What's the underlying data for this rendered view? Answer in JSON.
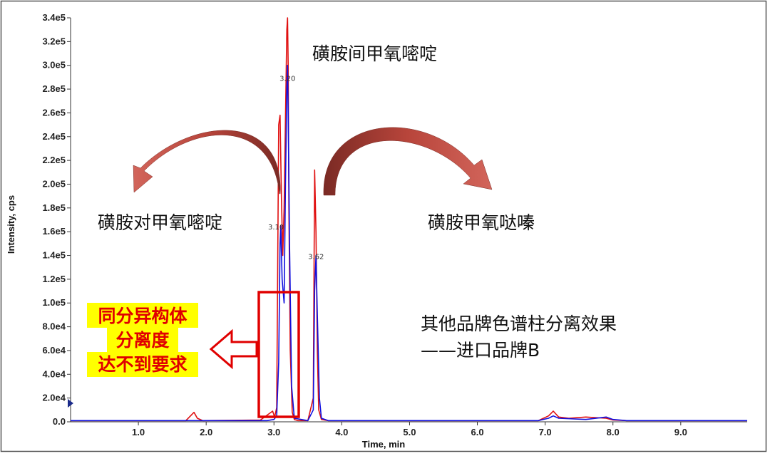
{
  "chart_data": {
    "type": "line",
    "xlabel": "Time, min",
    "ylabel": "Intensity, cps",
    "xlim": [
      0,
      9.98
    ],
    "ylim": [
      0,
      340000
    ],
    "x_ticks": [
      "1.0",
      "2.0",
      "3.0",
      "4.0",
      "5.0",
      "6.0",
      "7.0",
      "8.0",
      "9.0"
    ],
    "y_ticks": [
      "0.0",
      "2.0e4",
      "4.0e4",
      "6.0e4",
      "8.0e4",
      "1.0e5",
      "1.2e5",
      "1.4e5",
      "1.6e5",
      "1.8e5",
      "2.0e5",
      "2.2e5",
      "2.4e5",
      "2.6e5",
      "2.8e5",
      "3.0e5",
      "3.2e5",
      "3.4e5"
    ],
    "y_tick_values": [
      0,
      20000,
      40000,
      60000,
      80000,
      100000,
      120000,
      140000,
      160000,
      180000,
      200000,
      220000,
      240000,
      260000,
      280000,
      300000,
      320000,
      340000
    ],
    "series": [
      {
        "color": "#e01010",
        "x": [
          0,
          1.7,
          1.82,
          1.87,
          1.95,
          2.8,
          2.98,
          3.01,
          3.04,
          3.07,
          3.09,
          3.11,
          3.13,
          3.15,
          3.17,
          3.19,
          3.2,
          3.21,
          3.22,
          3.24,
          3.27,
          3.3,
          3.35,
          3.5,
          3.58,
          3.6,
          3.62,
          3.64,
          3.66,
          3.7,
          3.8,
          4.5,
          6.9,
          7.05,
          7.12,
          7.2,
          7.35,
          7.6,
          7.9,
          8.0,
          8.2,
          9.98
        ],
        "y": [
          1000,
          1000,
          8000,
          3000,
          1000,
          1500,
          9000,
          4000,
          12000,
          250000,
          258000,
          190000,
          140000,
          180000,
          255000,
          330000,
          340000,
          300000,
          180000,
          60000,
          8000,
          2000,
          1000,
          1000,
          20000,
          212000,
          160000,
          60000,
          10000,
          2000,
          1000,
          1000,
          1000,
          5000,
          9000,
          4000,
          3000,
          4000,
          3000,
          1500,
          1000,
          1000
        ]
      },
      {
        "color": "#1010e0",
        "x": [
          0,
          2.9,
          3.0,
          3.04,
          3.07,
          3.09,
          3.1,
          3.12,
          3.15,
          3.17,
          3.19,
          3.2,
          3.21,
          3.23,
          3.26,
          3.3,
          3.5,
          3.58,
          3.6,
          3.62,
          3.64,
          3.67,
          3.7,
          3.8,
          4.5,
          6.9,
          7.05,
          7.12,
          7.2,
          7.6,
          7.9,
          8.0,
          8.2,
          9.98
        ],
        "y": [
          1000,
          1000,
          2000,
          5000,
          50000,
          150000,
          165000,
          120000,
          100000,
          200000,
          280000,
          300000,
          260000,
          150000,
          30000,
          3000,
          1000,
          10000,
          110000,
          140000,
          90000,
          20000,
          3000,
          1000,
          1000,
          1000,
          3000,
          5000,
          3000,
          2000,
          4000,
          2000,
          1000,
          1000
        ]
      }
    ],
    "peak_labels": [
      {
        "text": "3.20",
        "x": 3.2,
        "y": 287000
      },
      {
        "text": "3.10",
        "x": 3.03,
        "y": 162000
      },
      {
        "text": "3.62",
        "x": 3.62,
        "y": 137000
      }
    ]
  },
  "annotations": {
    "top_compound": "磺胺间甲氧嘧啶",
    "left_compound": "磺胺对甲氧嘧啶",
    "right_compound": "磺胺甲氧哒嗪",
    "warning_lines": [
      "同分异构体",
      "分离度",
      "达不到要求"
    ],
    "note_lines": [
      "其他品牌色谱柱分离效果",
      "——进口品牌B"
    ]
  },
  "colors": {
    "arrow": "#a63a32",
    "highlight": "#ffff00",
    "warning_text": "#e00000",
    "box": "#e00000"
  }
}
